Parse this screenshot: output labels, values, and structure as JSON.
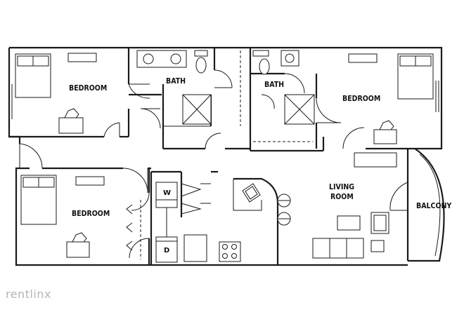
{
  "rooms": {
    "bedroom_top_left": "BEDROOM",
    "bath_left": "BATH",
    "bath_right": "BATH",
    "bedroom_top_right": "BEDROOM",
    "bedroom_bottom_left": "BEDROOM",
    "washer": "W",
    "dryer": "D",
    "living_line1": "LIVING",
    "living_line2": "ROOM",
    "balcony": "BALCONY"
  },
  "watermark": "rentlinx"
}
